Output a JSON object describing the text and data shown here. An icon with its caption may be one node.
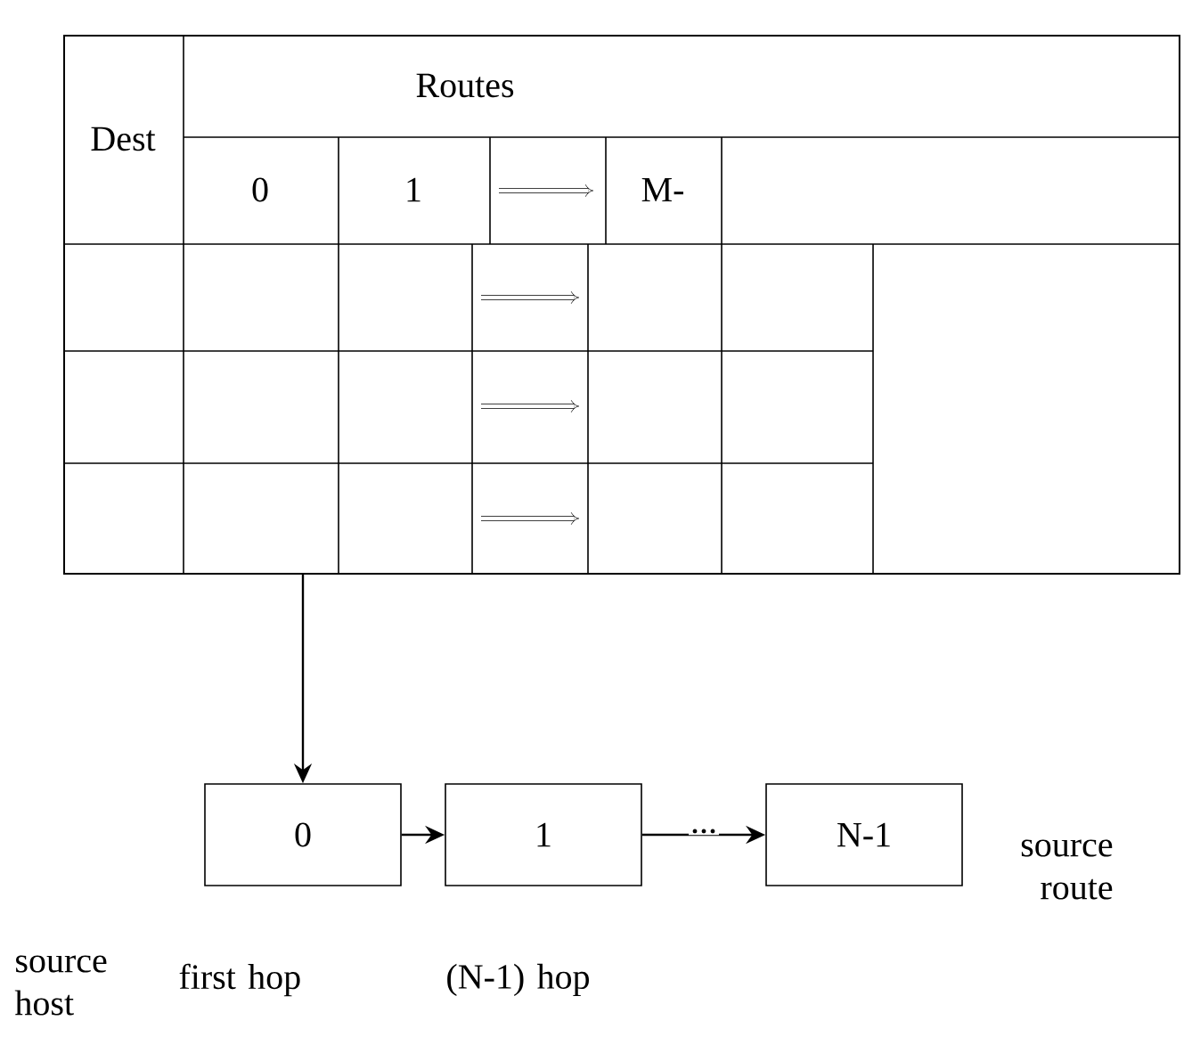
{
  "diagram": {
    "nodes": [
      {
        "text": [],
        "shape": "box"
      },
      {
        "text": [
          "Dest"
        ],
        "in": 0
      },
      {
        "text": [
          "Routes"
        ],
        "in": 0
      },
      {
        "text": [
          "0"
        ],
        "in": 0
      },
      {
        "text": [
          "1"
        ],
        "in": 0
      },
      {
        "text": [
          "M-"
        ],
        "in": 0
      },
      {
        "text": [
          "0"
        ],
        "beside": [
          "first hop"
        ]
      },
      {
        "text": [
          "1"
        ],
        "beside": [
          "(N-1) hop"
        ]
      },
      {
        "text": [
          "N-1"
        ]
      }
    ],
    "edges": [
      {
        "from": 0,
        "to": 6,
        "arrow": "to"
      },
      {
        "from": 6,
        "to": 7,
        "arrow": "to"
      },
      {
        "from": 7,
        "to": 8,
        "arrow": "to",
        "label": "..."
      }
    ],
    "labels": [
      "source route",
      "source host"
    ]
  }
}
